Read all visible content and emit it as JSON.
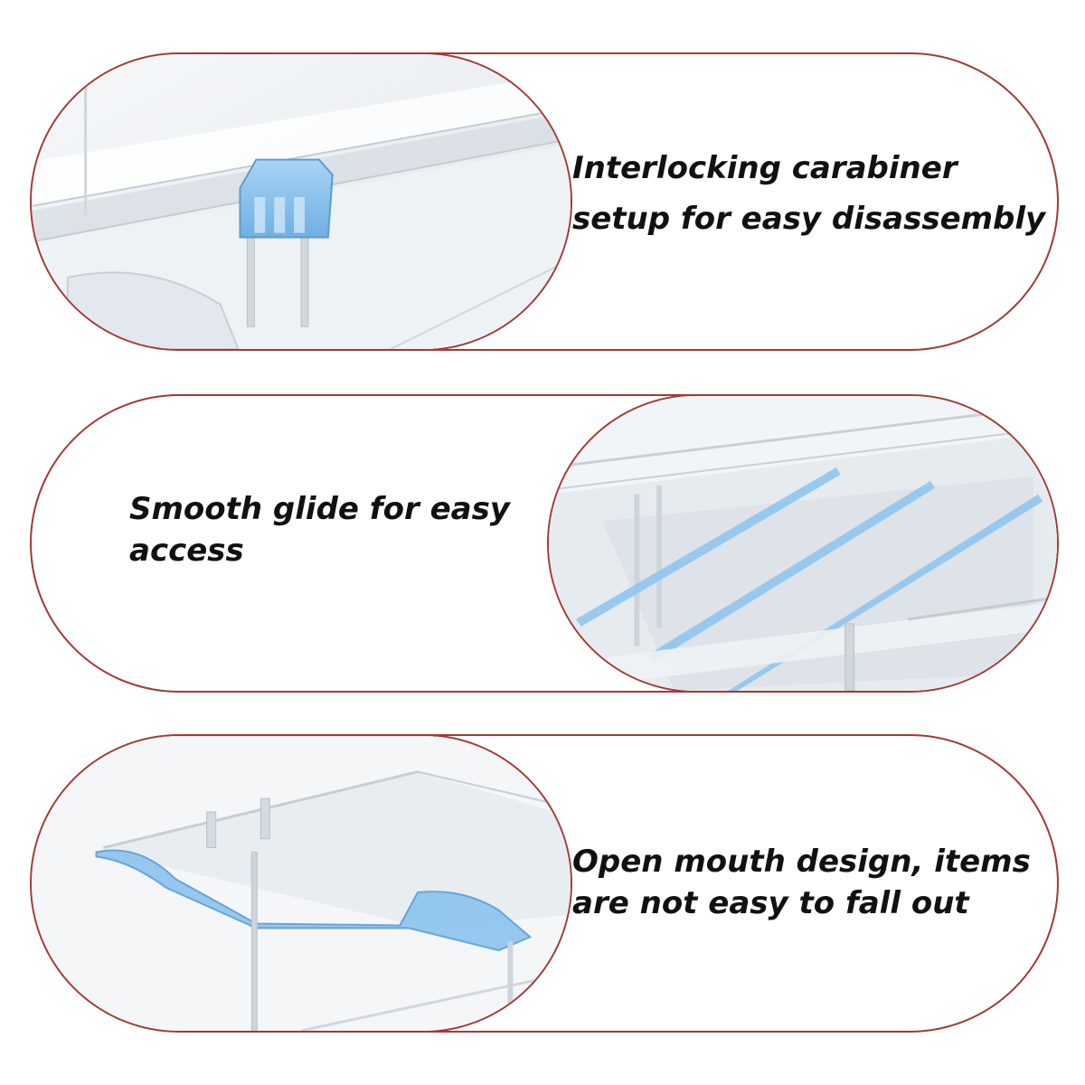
{
  "panels": [
    {
      "caption_lines": [
        "Interlocking carabiner",
        "setup for easy disassembly"
      ],
      "image": "carabiner-connector-closeup"
    },
    {
      "caption_lines": [
        "Smooth glide for easy",
        "access"
      ],
      "image": "drawer-slide-rails"
    },
    {
      "caption_lines": [
        "Open mouth design, items",
        "are not easy to fall out"
      ],
      "image": "open-mouth-tray-edge"
    }
  ],
  "colors": {
    "border": "#a13a36",
    "text": "#111111",
    "accent_blue": "#7fb8e6",
    "plastic": "#e9eef2"
  }
}
